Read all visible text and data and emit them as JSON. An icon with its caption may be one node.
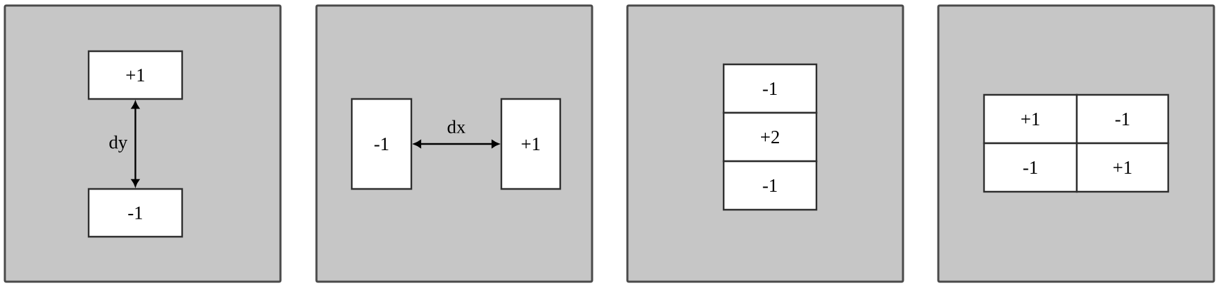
{
  "diagram": {
    "nodes": [
      {
        "text": [],
        "shape": "box"
      },
      {
        "text": [
          "+1"
        ],
        "in": 0
      },
      {
        "text": [
          "-1"
        ],
        "in": 0
      },
      {
        "text": [],
        "shape": "box"
      },
      {
        "text": [
          "-1"
        ],
        "in": 3
      },
      {
        "text": [
          "+1"
        ],
        "in": 3
      },
      {
        "text": [],
        "shape": "box"
      },
      {
        "text": [
          "-1"
        ],
        "in": 6
      },
      {
        "text": [
          "+2"
        ],
        "in": 6
      },
      {
        "text": [
          "-1"
        ],
        "in": 6
      },
      {
        "text": [],
        "shape": "box"
      },
      {
        "text": [
          "+1"
        ],
        "in": 10
      },
      {
        "text": [
          "-1"
        ],
        "in": 10
      },
      {
        "text": [
          "-1"
        ],
        "in": 10
      },
      {
        "text": [
          "+1"
        ],
        "in": 10
      }
    ],
    "edges": [
      {
        "from": 1,
        "to": 2,
        "arrow": "both",
        "label": "dy"
      },
      {
        "from": 4,
        "to": 5,
        "arrow": "both",
        "label": "dx"
      }
    ]
  }
}
